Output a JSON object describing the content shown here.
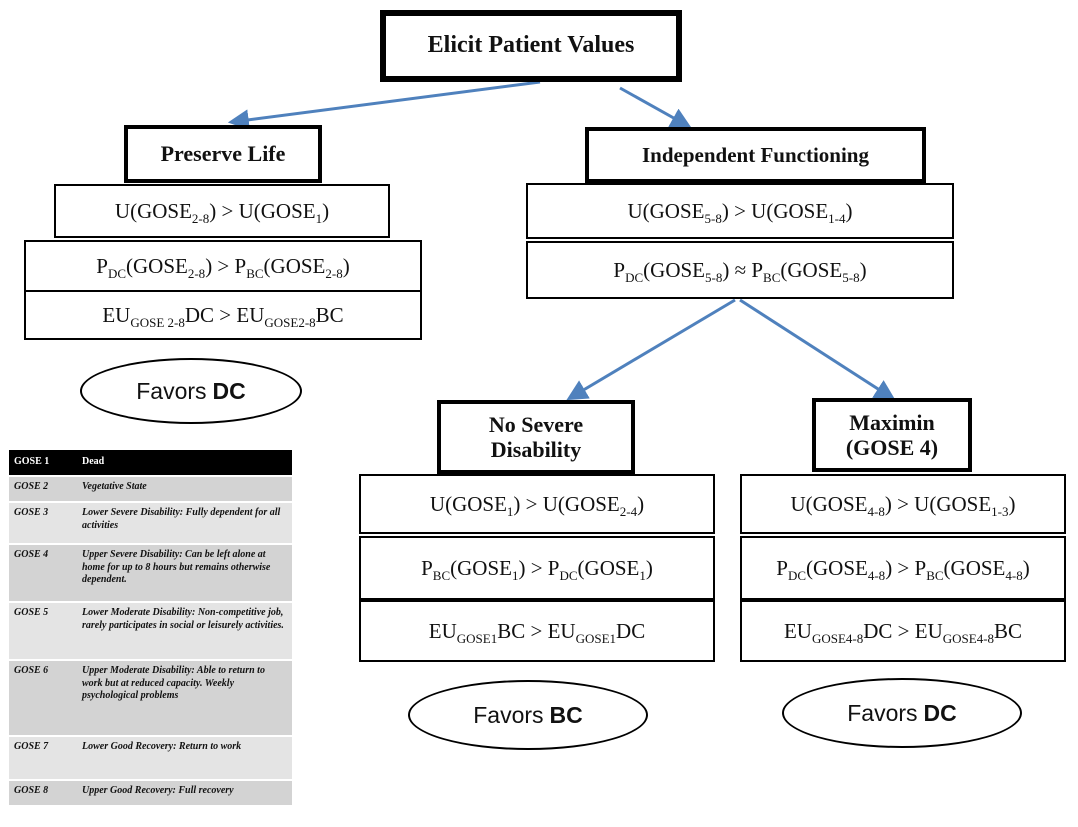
{
  "title": "Elicit Patient Values",
  "preserve": {
    "title": "Preserve Life",
    "eq1": {
      "a": "U(GOSE",
      "a_sub": "2-8",
      "b": ") > U(GOSE",
      "b_sub": "1",
      "c": ")"
    },
    "eq2": {
      "p1": "P",
      "p1_sub": "DC",
      "a": "(GOSE",
      "a_sub": "2-8",
      "b": ") > P",
      "p2_sub": "BC",
      "c": "(GOSE",
      "c_sub": "2-8",
      "d": ")"
    },
    "eq3": {
      "a": "EU",
      "a_sub": "GOSE 2-8",
      "b": "DC > EU",
      "b_sub": "GOSE2-8",
      "c": "BC"
    },
    "favors": {
      "text": "Favors",
      "bold": "DC"
    }
  },
  "independent": {
    "title": "Independent Functioning",
    "eq1": {
      "a": "U(GOSE",
      "a_sub": "5-8",
      "b": ") > U(GOSE",
      "b_sub": "1-4",
      "c": ")"
    },
    "eq2": {
      "p1": "P",
      "p1_sub": "DC",
      "a": "(GOSE",
      "a_sub": "5-8",
      "b": ") ≈ P",
      "p2_sub": "BC",
      "c": "(GOSE",
      "c_sub": "5-8",
      "d": ")"
    }
  },
  "nosevere": {
    "title_line1": "No Severe",
    "title_line2": "Disability",
    "eq1": {
      "a": "U(GOSE",
      "a_sub": "1",
      "b": ") > U(GOSE",
      "b_sub": "2-4",
      "c": ")"
    },
    "eq2": {
      "p1": "P",
      "p1_sub": "BC",
      "a": "(GOSE",
      "a_sub": "1",
      "b": ") > P",
      "p2_sub": "DC",
      "c": "(GOSE",
      "c_sub": "1",
      "d": ")"
    },
    "eq3": {
      "a": "EU",
      "a_sub": "GOSE1",
      "b": "BC > EU",
      "b_sub": "GOSE1",
      "c": "DC"
    },
    "favors": {
      "text": "Favors",
      "bold": "BC"
    }
  },
  "maximin": {
    "title_line1": "Maximin",
    "title_line2": "(GOSE 4)",
    "eq1": {
      "a": "U(GOSE",
      "a_sub": "4-8",
      "b": ") > U(GOSE",
      "b_sub": "1-3",
      "c": ")"
    },
    "eq2": {
      "p1": "P",
      "p1_sub": "DC",
      "a": "(GOSE",
      "a_sub": "4-8",
      "b": ") > P",
      "p2_sub": "BC",
      "c": "(GOSE",
      "c_sub": "4-8",
      "d": ")"
    },
    "eq3": {
      "a": "EU",
      "a_sub": "GOSE4-8",
      "b": "DC > EU",
      "b_sub": "GOSE4-8",
      "c": "BC"
    },
    "favors": {
      "text": "Favors",
      "bold": "DC"
    }
  },
  "gose_table": [
    {
      "k": "GOSE 1",
      "v": "Dead"
    },
    {
      "k": "GOSE 2",
      "v": "Vegetative State"
    },
    {
      "k": "GOSE 3",
      "v": "Lower Severe Disability: Fully dependent for all activities"
    },
    {
      "k": "GOSE 4",
      "v": "Upper Severe Disability: Can be left alone at home for up to 8 hours but remains otherwise dependent."
    },
    {
      "k": "GOSE 5",
      "v": "Lower Moderate Disability: Non-competitive job, rarely participates in social or leisurely activities."
    },
    {
      "k": "GOSE 6",
      "v": "Upper Moderate Disability: Able to return to work but at reduced capacity. Weekly psychological problems"
    },
    {
      "k": "GOSE 7",
      "v": "Lower Good Recovery: Return to work"
    },
    {
      "k": "GOSE 8",
      "v": "Upper Good Recovery: Full recovery"
    }
  ],
  "colors": {
    "arrow": "#4f81bd",
    "header": "#000000",
    "row_dark": "#d3d3d3",
    "row_light": "#e4e4e4"
  }
}
